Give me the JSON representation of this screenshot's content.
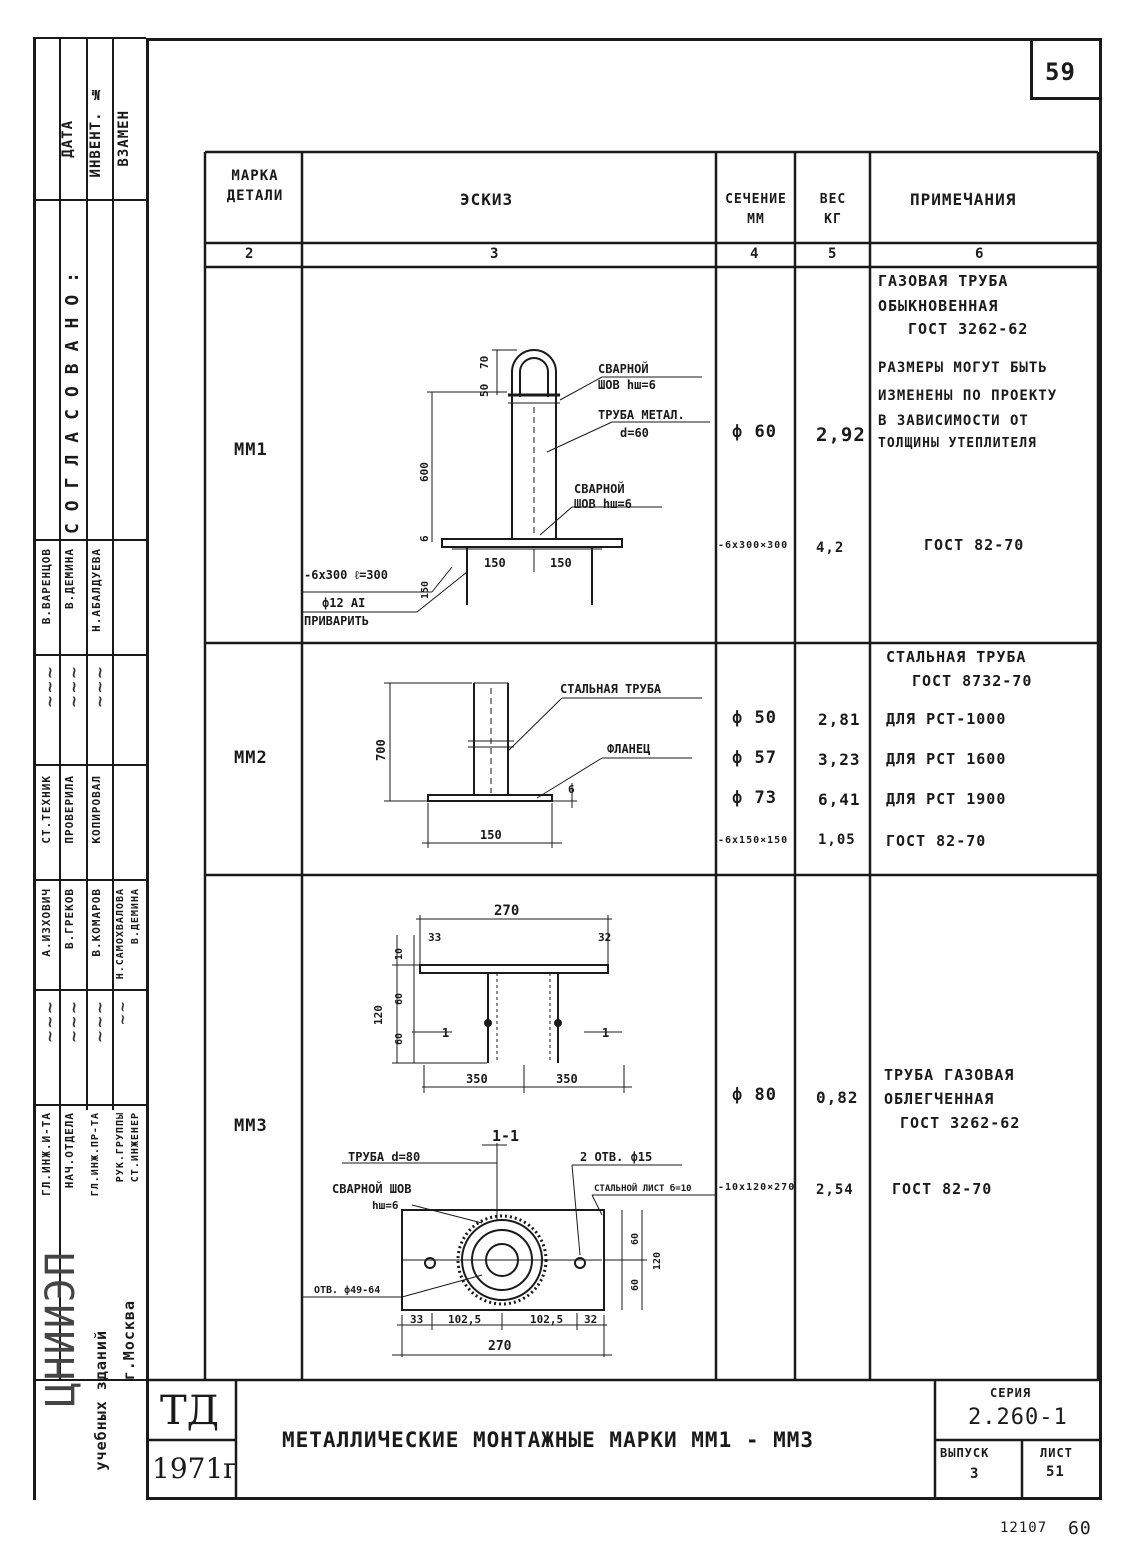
{
  "page_number": "59",
  "table": {
    "headers": {
      "col2": "МАРКА ДЕТАЛИ",
      "col3": "ЭСКИЗ",
      "col4": "СЕЧЕНИЕ ММ",
      "col5": "ВЕС КГ",
      "col6": "ПРИМЕЧАНИЯ"
    },
    "column_numbers": [
      "2",
      "3",
      "4",
      "5",
      "6"
    ],
    "rows": [
      {
        "mark": "ММ1",
        "section": [
          "ф 60",
          "-6x300×300"
        ],
        "weight": [
          "2,92",
          "4,2"
        ],
        "notes": [
          "ГАЗОВАЯ ТРУБА",
          "ОБЫКНОВЕННАЯ",
          "ГОСТ 3262-62",
          "РАЗМЕРЫ МОГУТ БЫТЬ",
          "ИЗМЕНЕНЫ ПО ПРОЕКТУ",
          "В ЗАВИСИМОСТИ ОТ",
          "ТОЛЩИНЫ УТЕПЛИТЕЛЯ",
          "ГОСТ  82-70"
        ],
        "sketch": {
          "labels": [
            "СВАРНОЙ",
            "ШОВ hш=6",
            "ТРУБА МЕТАЛ.",
            "d=60",
            "СВАРНОЙ",
            "ШОВ hш=6",
            "-6x300 ℓ=300",
            "ф12 АI",
            "ПРИВАРИТЬ"
          ],
          "dims": [
            "50",
            "70",
            "600",
            "6",
            "150",
            "150",
            "150"
          ]
        }
      },
      {
        "mark": "ММ2",
        "section": [
          "ф 50",
          "ф 57",
          "ф 73",
          "-6x150×150"
        ],
        "weight": [
          "2,81",
          "3,23",
          "6,41",
          "1,05"
        ],
        "notes": [
          "СТАЛЬНАЯ ТРУБА",
          "ГОСТ 8732-70",
          "ДЛЯ РСТ-1000",
          "ДЛЯ РСТ 1600",
          "ДЛЯ РСТ 1900",
          "ГОСТ  82-70"
        ],
        "sketch": {
          "labels": [
            "СТАЛЬНАЯ ТРУБА",
            "ФЛАНЕЦ"
          ],
          "dims": [
            "700",
            "6",
            "150"
          ]
        }
      },
      {
        "mark": "ММ3",
        "section": [
          "ф 80",
          "-10x120×270"
        ],
        "weight": [
          "0,82",
          "2,54"
        ],
        "notes": [
          "ТРУБА ГАЗОВАЯ",
          "ОБЛЕГЧЕННАЯ",
          "ГОСТ 3262-62",
          "ГОСТ  82-70"
        ],
        "sketch": {
          "top_dims": [
            "270",
            "33",
            "32",
            "10",
            "60",
            "120",
            "60",
            "1",
            "1",
            "350",
            "350"
          ],
          "section_label": "1-1",
          "labels": [
            "ТРУБА d=80",
            "СВАРНОЙ ШОВ",
            "hш=6",
            "2 ОТВ. ф15",
            "СТАЛЬНОЙ ЛИСТ б=10",
            "ОТВ. ф49-64"
          ],
          "bottom_dims": [
            "33",
            "102,5",
            "102,5",
            "32",
            "270",
            "60",
            "60",
            "120"
          ]
        }
      }
    ]
  },
  "side_stamp": {
    "top": [
      "ДАТА",
      "ИНВЕНТ. №",
      "ВЗАМЕН"
    ],
    "agreed": "СОГЛАСОВАНО:",
    "names_1": [
      "В.ВАРЕНЦОВ",
      "В.ДЕМИНА",
      "Н.АБАЛДУЕВА"
    ],
    "roles_1": [
      "СТ.ТЕХНИК",
      "ПРОВЕРИЛА",
      "КОПИРОВАЛ"
    ],
    "names_2": [
      "А.ИЗХОВИЧ",
      "В.ГРЕКОВ",
      "В.КОМАРОВ",
      "Н.САМОХВАЛОВА",
      "В.ДЕМИНА"
    ],
    "roles_2": [
      "ГЛ.ИНЖ.И-ТА",
      "НАЧ.ОТДЕЛА",
      "ГЛ.ИНЖ.ПР-ТА",
      "РУК.ГРУППЫ",
      "СТ.ИНЖЕНЕР"
    ],
    "org": [
      "ЦНИИЭП",
      "учебных зданий",
      "г.Москва"
    ]
  },
  "title_block": {
    "stamp_letters": "ТД",
    "year": "1971г",
    "title": "МЕТАЛЛИЧЕСКИЕ МОНТАЖНЫЕ МАРКИ ММ1 - ММ3",
    "series_label": "СЕРИЯ",
    "series_value": "2.260-1",
    "issue_label": "ВЫПУСК",
    "issue_value": "3",
    "sheet_label": "ЛИСТ",
    "sheet_value": "51"
  },
  "footer": {
    "code": "12107",
    "page": "60"
  }
}
